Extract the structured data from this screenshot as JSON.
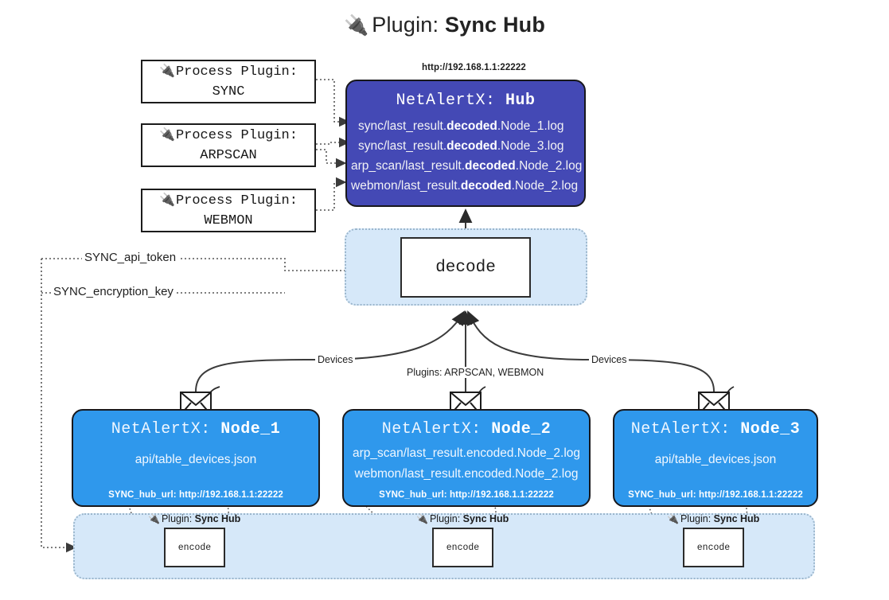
{
  "title": {
    "icon": "plug-icon",
    "prefix": "Plugin:",
    "name": "Sync Hub"
  },
  "process_plugins": [
    {
      "icon": "plug-icon",
      "line1": "Process Plugin:",
      "line2": "SYNC"
    },
    {
      "icon": "plug-icon",
      "line1": "Process Plugin:",
      "line2": "ARPSCAN"
    },
    {
      "icon": "plug-icon",
      "line1": "Process Plugin:",
      "line2": "WEBMON"
    }
  ],
  "hub": {
    "url": "http://192.168.1.1:22222",
    "title_prefix": "NetAlertX:",
    "title_name": "Hub",
    "lines": [
      {
        "pre": "sync/last_result.",
        "bold": "decoded",
        "post": ".Node_1.log"
      },
      {
        "pre": "sync/last_result.",
        "bold": "decoded",
        "post": ".Node_3.log"
      },
      {
        "pre": "arp_scan/last_result.",
        "bold": "decoded",
        "post": ".Node_2.log"
      },
      {
        "pre": "webmon/last_result.",
        "bold": "decoded",
        "post": ".Node_2.log"
      }
    ]
  },
  "decode": {
    "label": "decode"
  },
  "tokens": [
    {
      "label": "SYNC_api_token"
    },
    {
      "label": "SYNC_encryption_key"
    }
  ],
  "edge_labels": {
    "left_devices": "Devices",
    "middle_plugins": "Plugins: ARPSCAN, WEBMON",
    "right_devices": "Devices"
  },
  "nodes": [
    {
      "title_prefix": "NetAlertX:",
      "title_name": "Node_1",
      "lines": [
        "api/table_devices.json"
      ],
      "url_label": "SYNC_hub_url: http://192.168.1.1:22222",
      "mail_icon": "envelope-icon"
    },
    {
      "title_prefix": "NetAlertX:",
      "title_name": "Node_2",
      "lines": [
        "arp_scan/last_result.encoded.Node_2.log",
        "webmon/last_result.encoded.Node_2.log"
      ],
      "url_label": "SYNC_hub_url: http://192.168.1.1:22222",
      "mail_icon": "envelope-icon"
    },
    {
      "title_prefix": "NetAlertX:",
      "title_name": "Node_3",
      "lines": [
        "api/table_devices.json"
      ],
      "url_label": "SYNC_hub_url: http://192.168.1.1:22222",
      "mail_icon": "envelope-icon"
    }
  ],
  "encoders": [
    {
      "caption_prefix": "Plugin:",
      "caption_name": "Sync Hub",
      "label": "encode",
      "icon": "plug-icon"
    },
    {
      "caption_prefix": "Plugin:",
      "caption_name": "Sync Hub",
      "label": "encode",
      "icon": "plug-icon"
    },
    {
      "caption_prefix": "Plugin:",
      "caption_name": "Sync Hub",
      "label": "encode",
      "icon": "plug-icon"
    }
  ],
  "colors": {
    "hub_fill": "#4449b5",
    "node_fill": "#2f98ec",
    "container_fill": "#d6e8f9",
    "stroke": "#18181c"
  }
}
